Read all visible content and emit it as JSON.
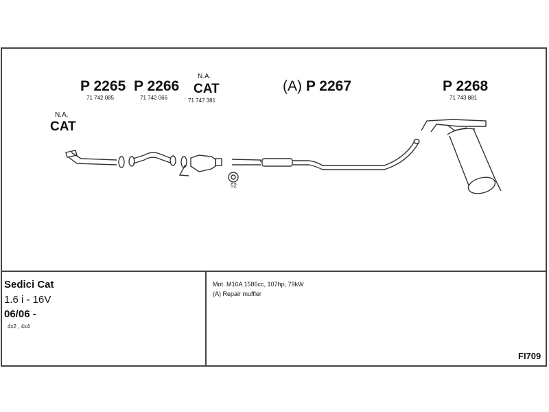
{
  "parts": [
    {
      "label": "P 2265",
      "number": "71 742 085"
    },
    {
      "label": "P 2266",
      "number": "71 742 066"
    },
    {
      "label": "CAT",
      "note": "N.A.",
      "number": "71 747 381"
    },
    {
      "label": "P 2267",
      "prefix": "(A)"
    },
    {
      "label": "P 2268",
      "number": "71 743 881"
    }
  ],
  "front_cat": {
    "note": "N.A.",
    "label": "CAT"
  },
  "clamp_label": "52",
  "vehicle": {
    "model": "Sedici Cat",
    "engine": "1.6 i - 16V",
    "date": "06/06 -",
    "drive": "4x2 , 4x4"
  },
  "notes": [
    "Mot. M16A 1586cc, 107hp, 79kW",
    "(A) Repair muffler"
  ],
  "diagram_code": "FI709"
}
